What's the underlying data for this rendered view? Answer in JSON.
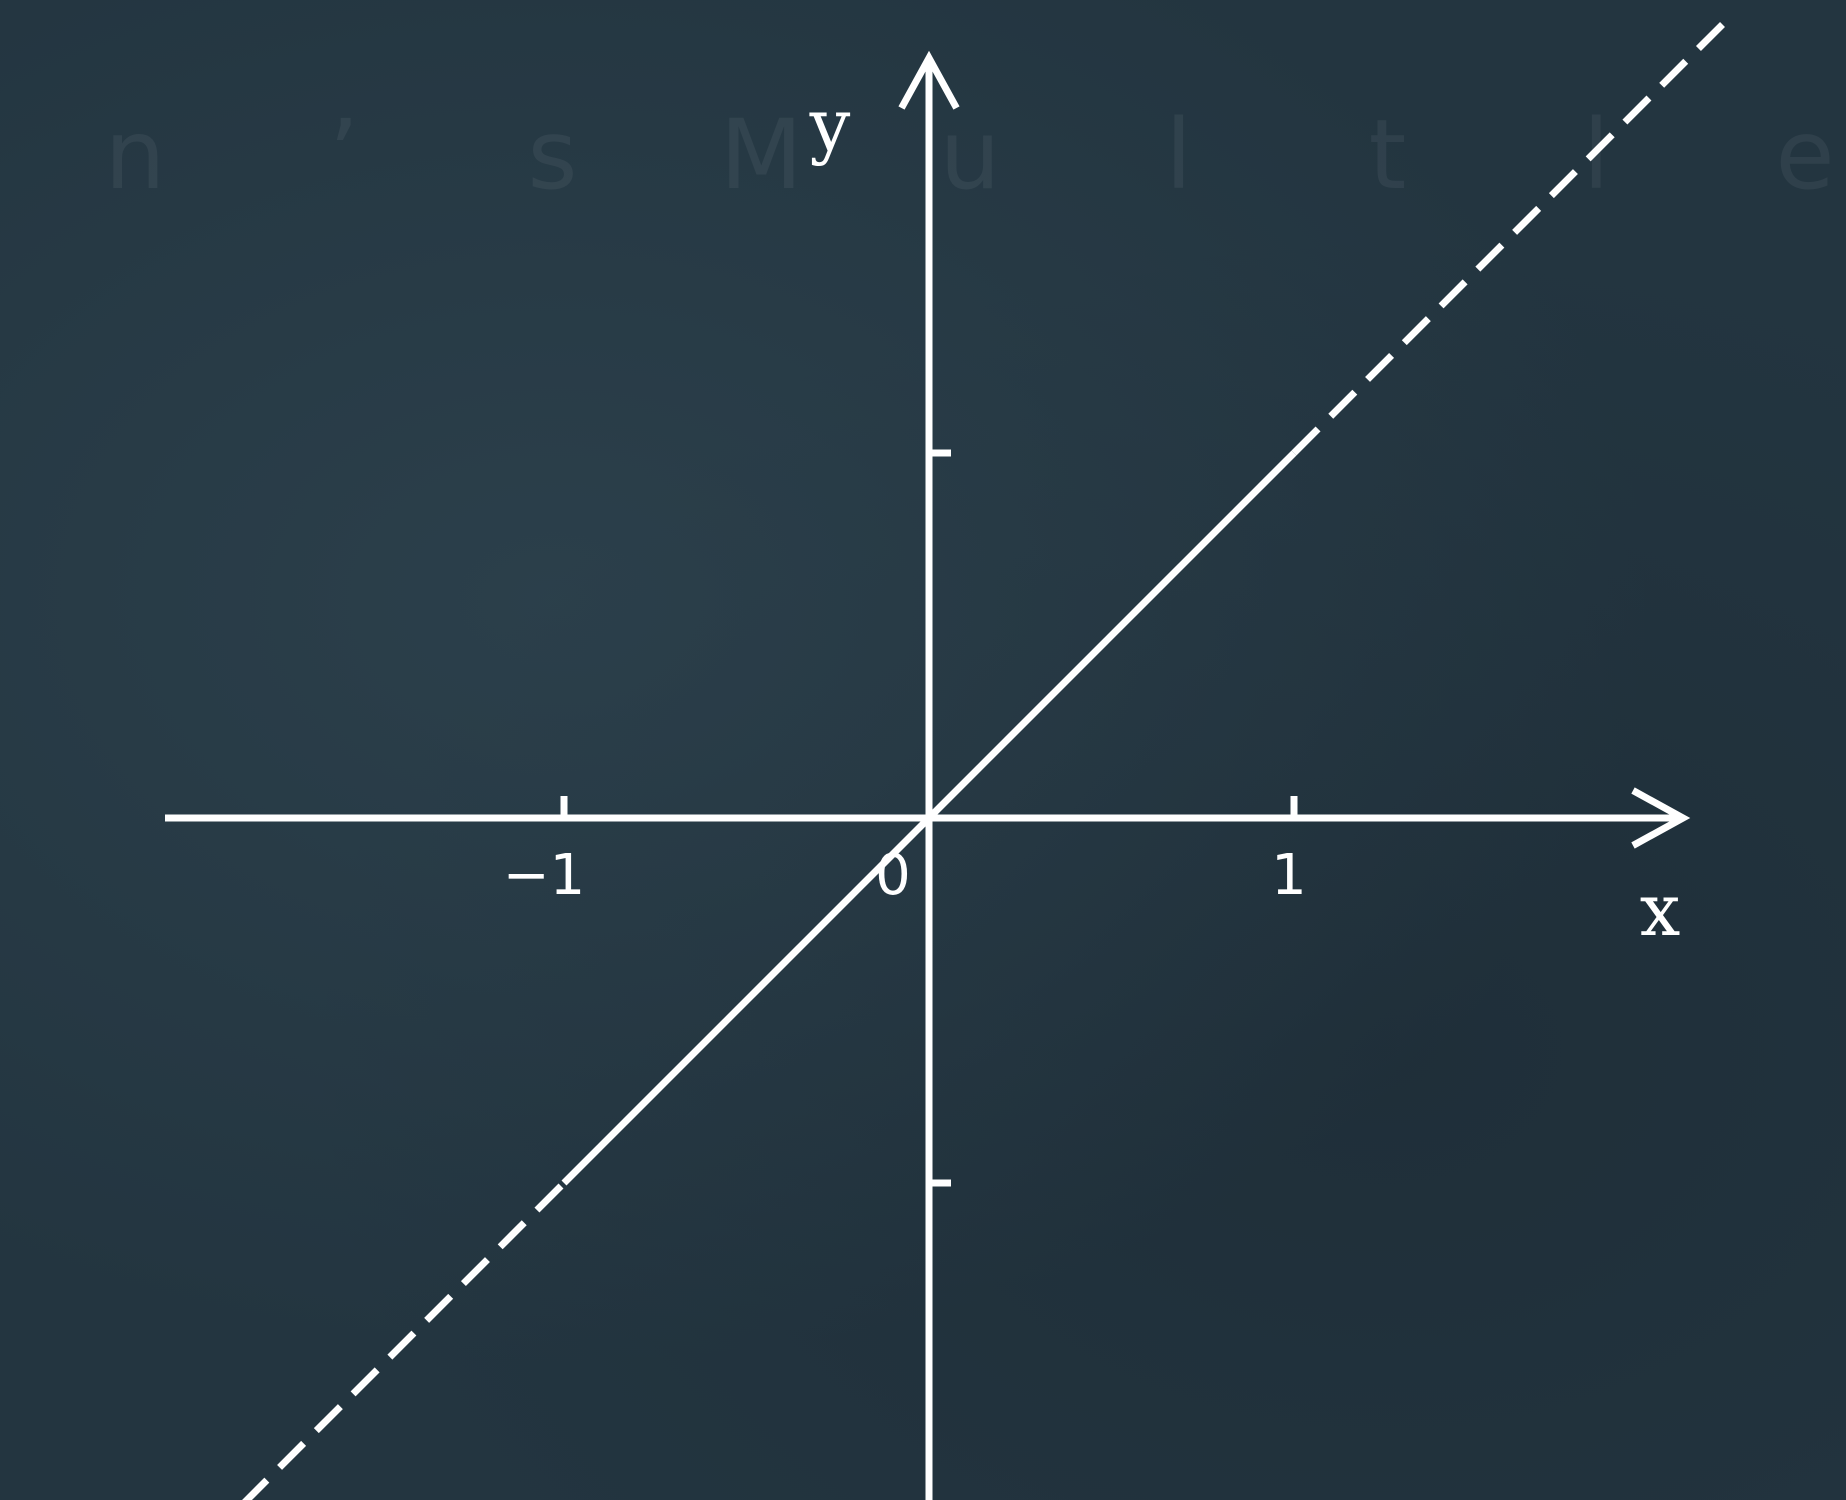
{
  "background_color": "#233540",
  "foreground_color": "#ffffff",
  "watermark": {
    "letters": [
      "n",
      "’",
      "s",
      "M",
      "u",
      "l",
      "t",
      "l",
      "e"
    ]
  },
  "chart_data": {
    "type": "line",
    "title": "",
    "xlabel": "x",
    "ylabel": "y",
    "xlim": [
      -2.1,
      2.1
    ],
    "ylim": [
      -1.9,
      2.1
    ],
    "x_ticks": [
      -1,
      1
    ],
    "x_tick_labels": [
      "−1",
      "1"
    ],
    "y_ticks": [
      -1,
      1
    ],
    "origin_label": "0",
    "grid": false,
    "legend": "none",
    "series": [
      {
        "segments": [
          {
            "style": "dashed",
            "points": [
              [
                -1.88,
                -1.88
              ],
              [
                -1,
                -1
              ]
            ]
          },
          {
            "style": "solid",
            "points": [
              [
                -1,
                -1
              ],
              [
                1,
                1
              ]
            ]
          },
          {
            "style": "dashed",
            "points": [
              [
                1,
                1
              ],
              [
                2.2,
                2.2
              ]
            ]
          }
        ]
      }
    ]
  }
}
